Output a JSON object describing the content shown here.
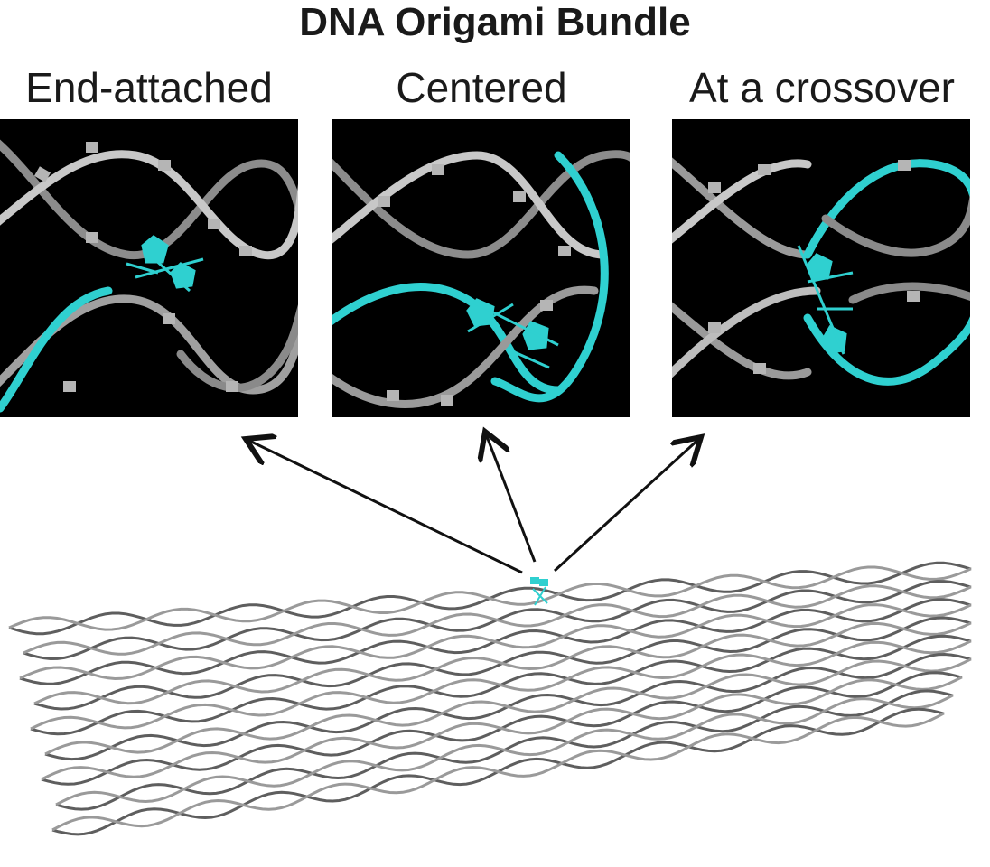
{
  "figure": {
    "title": "DNA Origami Bundle",
    "panels": [
      {
        "label": "End-attached"
      },
      {
        "label": "Centered"
      },
      {
        "label": "At a crossover"
      }
    ]
  },
  "colors": {
    "background": "#ffffff",
    "panel_background": "#000000",
    "dna_strand": "#9a9a9a",
    "highlight_cyan": "#2fd0d0",
    "arrow": "#111111"
  }
}
